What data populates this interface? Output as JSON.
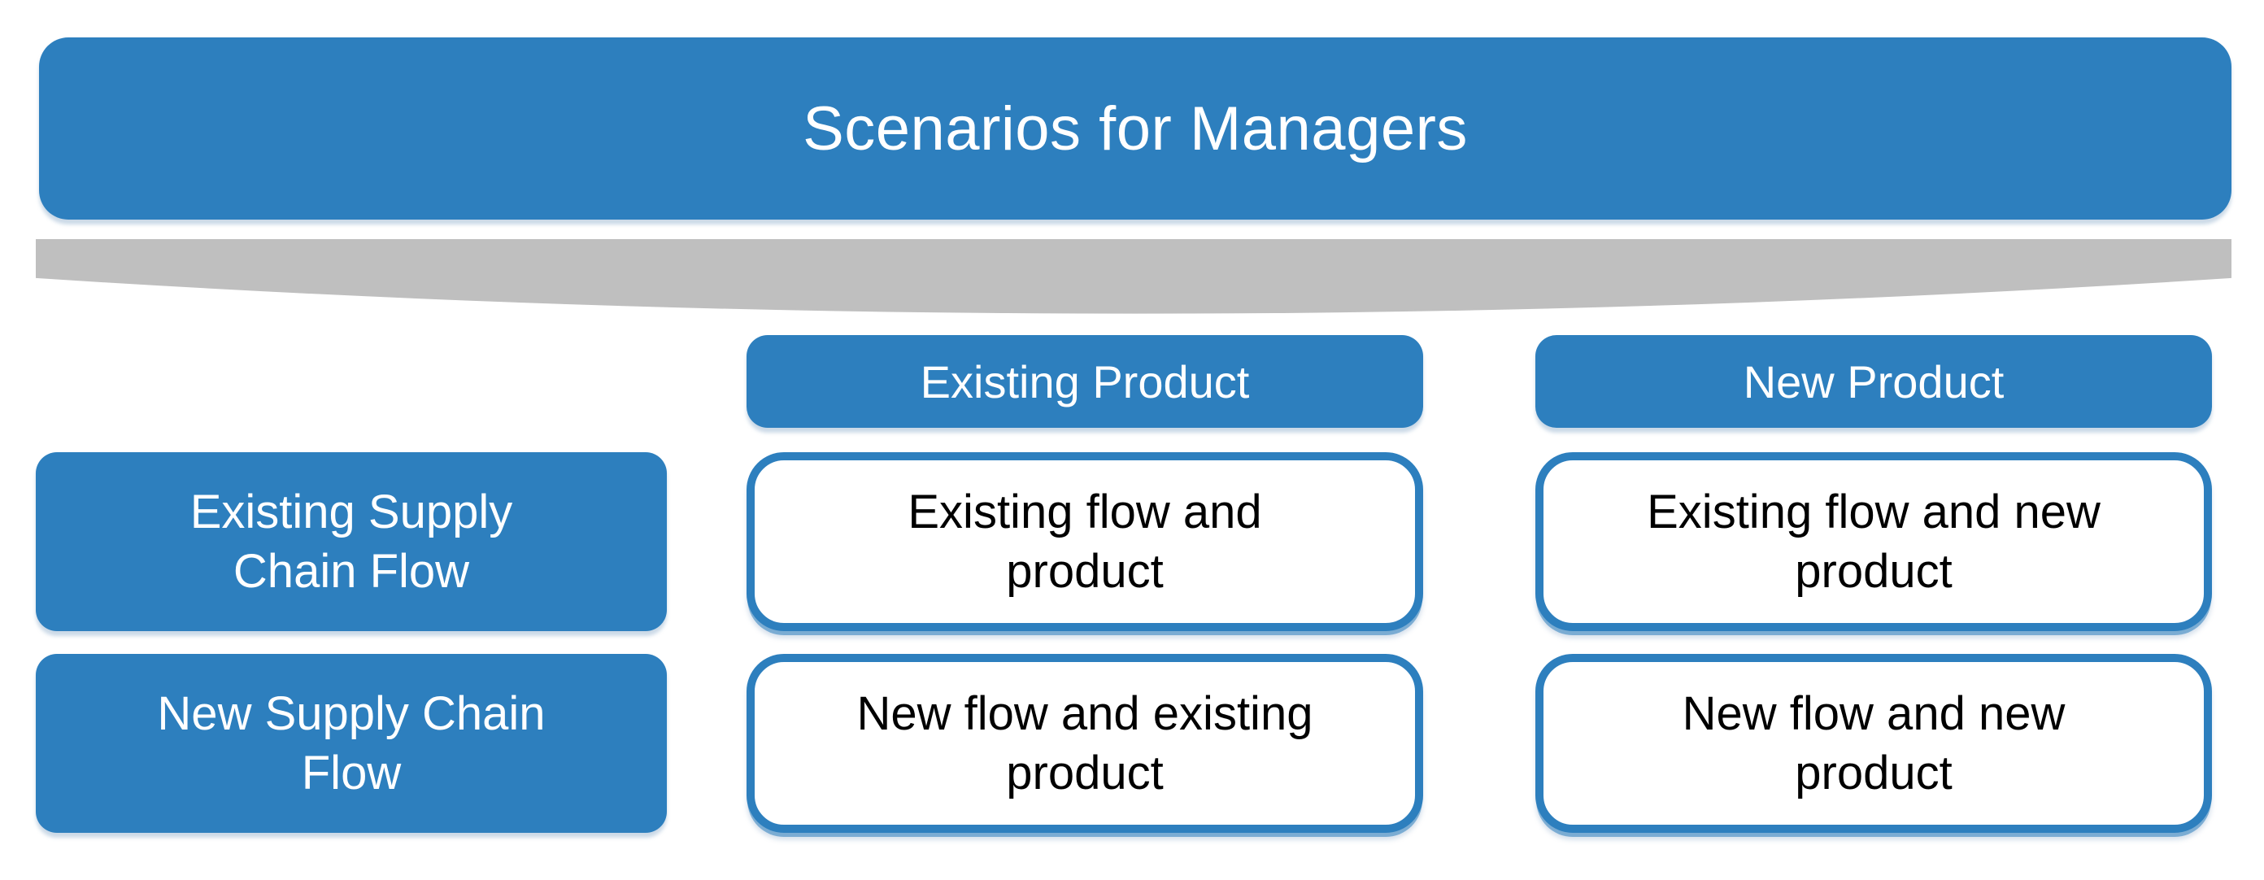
{
  "title": "Scenarios for Managers",
  "colors": {
    "accent_blue": "#2D7FBE",
    "funnel_gray": "#BFBFBF",
    "box_text": "#FFFFFF",
    "cell_text": "#000000"
  },
  "divider": {
    "shape": "wide-chevron-pointing-down"
  },
  "matrix": {
    "column_headers": [
      {
        "label": "Existing Product"
      },
      {
        "label": "New Product"
      }
    ],
    "row_headers": [
      {
        "label": "Existing Supply\nChain Flow"
      },
      {
        "label": "New Supply Chain\nFlow"
      }
    ],
    "cells": [
      [
        "Existing flow and\nproduct",
        "Existing flow and new\nproduct"
      ],
      [
        "New flow and existing\nproduct",
        "New flow and new\nproduct"
      ]
    ]
  }
}
